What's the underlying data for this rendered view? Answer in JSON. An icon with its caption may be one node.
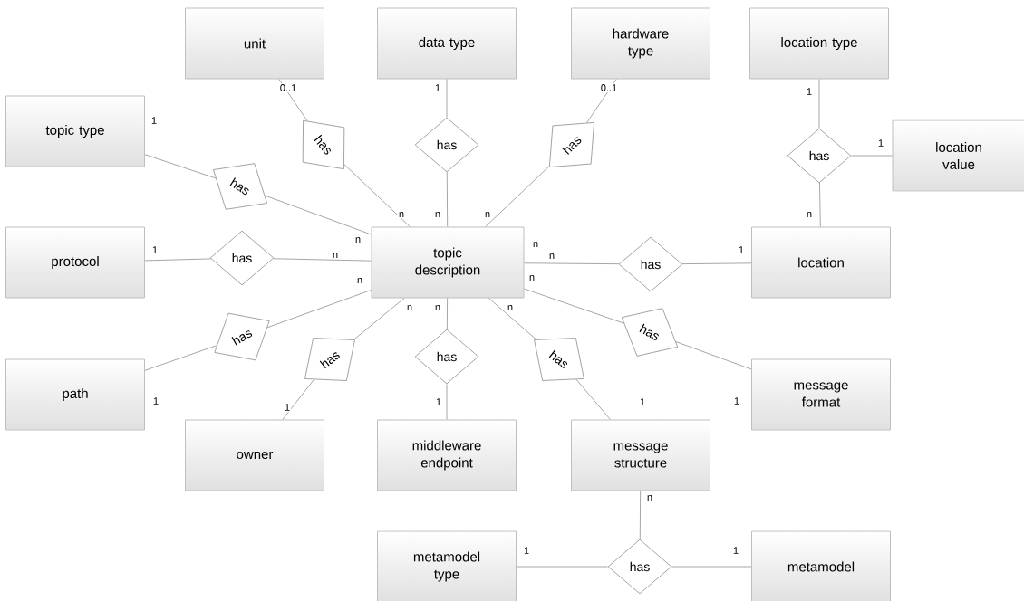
{
  "diagram": {
    "nodes": [
      {
        "text": [
          "unit"
        ]
      },
      {
        "text": [
          "data type"
        ]
      },
      {
        "text": [
          "hardware type"
        ]
      },
      {
        "text": [
          "location type"
        ]
      },
      {
        "text": [
          "topic type"
        ]
      },
      {
        "text": [
          "location value"
        ]
      },
      {
        "text": [
          "protocol"
        ]
      },
      {
        "text": [
          "topic description"
        ]
      },
      {
        "text": [
          "location"
        ]
      },
      {
        "text": [
          "path"
        ]
      },
      {
        "text": [
          "message format"
        ]
      },
      {
        "text": [
          "owner"
        ]
      },
      {
        "text": [
          "middleware endpoint"
        ]
      },
      {
        "text": [
          "message structure"
        ]
      },
      {
        "text": [
          "metamodel type"
        ]
      },
      {
        "text": [
          "metamodel"
        ]
      },
      {
        "text": [
          "has"
        ]
      },
      {
        "text": [
          "has"
        ]
      },
      {
        "text": [
          "has"
        ]
      },
      {
        "text": [
          "has"
        ]
      },
      {
        "text": [
          "has"
        ]
      },
      {
        "text": [
          "has"
        ]
      },
      {
        "text": [
          "has"
        ]
      },
      {
        "text": [
          "has"
        ]
      },
      {
        "text": [
          "has"
        ]
      },
      {
        "text": [
          "has"
        ]
      },
      {
        "text": [
          "has"
        ]
      },
      {
        "text": [
          "has"
        ]
      },
      {
        "text": [
          "has"
        ]
      }
    ],
    "edges": [
      {
        "from": 0,
        "to": 16,
        "arrow": "none",
        "label": "0..1"
      },
      {
        "from": 16,
        "to": 7,
        "arrow": "none",
        "label": "n"
      },
      {
        "from": 1,
        "to": 17,
        "arrow": "none",
        "label": "1"
      },
      {
        "from": 17,
        "to": 7,
        "arrow": "none",
        "label": "n"
      },
      {
        "from": 2,
        "to": 18,
        "arrow": "none",
        "label": "0..1"
      },
      {
        "from": 18,
        "to": 7,
        "arrow": "none",
        "label": "n"
      },
      {
        "from": 3,
        "to": 19,
        "arrow": "none",
        "label": "1"
      },
      {
        "from": 19,
        "to": 5,
        "arrow": "none",
        "label": "1"
      },
      {
        "from": 19,
        "to": 8,
        "arrow": "none",
        "label": "n"
      },
      {
        "from": 4,
        "to": 20,
        "arrow": "none",
        "label": "1"
      },
      {
        "from": 20,
        "to": 7,
        "arrow": "none",
        "label": "n"
      },
      {
        "from": 6,
        "to": 21,
        "arrow": "none",
        "label": "1"
      },
      {
        "from": 21,
        "to": 7,
        "arrow": "none",
        "label": "n"
      },
      {
        "from": 7,
        "to": 22,
        "arrow": "none",
        "label": "n"
      },
      {
        "from": 22,
        "to": 8,
        "arrow": "none",
        "label": "1"
      },
      {
        "from": 9,
        "to": 23,
        "arrow": "none",
        "label": "1"
      },
      {
        "from": 23,
        "to": 7,
        "arrow": "none",
        "label": "n"
      },
      {
        "from": 11,
        "to": 24,
        "arrow": "none",
        "label": "1"
      },
      {
        "from": 24,
        "to": 7,
        "arrow": "none",
        "label": "n"
      },
      {
        "from": 12,
        "to": 25,
        "arrow": "none",
        "label": "1"
      },
      {
        "from": 25,
        "to": 7,
        "arrow": "none",
        "label": "n"
      },
      {
        "from": 13,
        "to": 26,
        "arrow": "none",
        "label": "1"
      },
      {
        "from": 26,
        "to": 7,
        "arrow": "none",
        "label": "n"
      },
      {
        "from": 10,
        "to": 27,
        "arrow": "none",
        "label": "1"
      },
      {
        "from": 27,
        "to": 7,
        "arrow": "none",
        "label": "n"
      },
      {
        "from": 13,
        "to": 28,
        "arrow": "none",
        "label": "n"
      },
      {
        "from": 28,
        "to": 14,
        "arrow": "none",
        "label": "1"
      },
      {
        "from": 28,
        "to": 15,
        "arrow": "none",
        "label": "1"
      }
    ],
    "labels": [
      "n"
    ]
  }
}
